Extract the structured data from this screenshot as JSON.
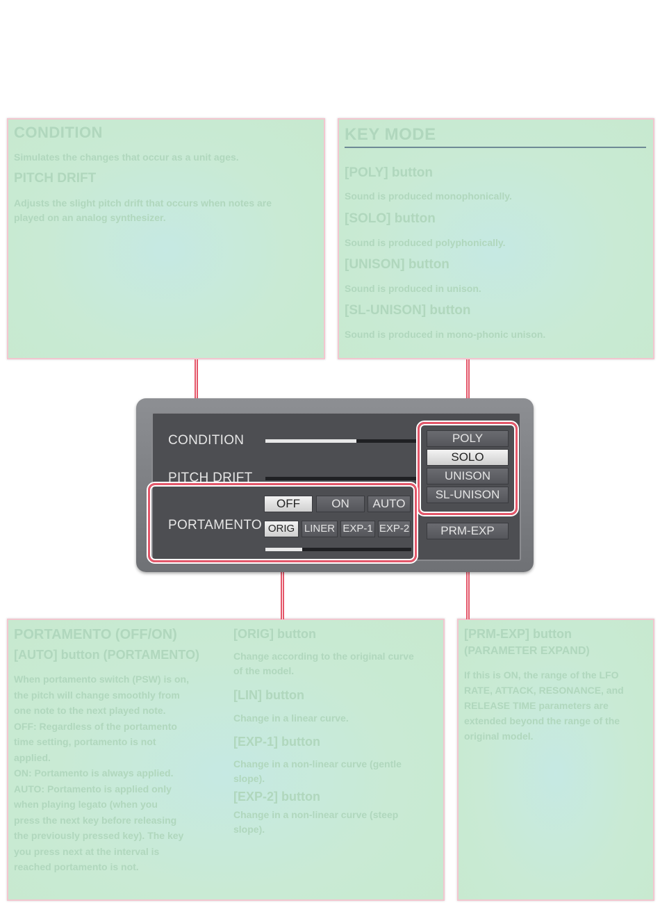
{
  "callouts": {
    "condition": {
      "title": "CONDITION",
      "text1": "Simulates the changes that occur as a unit ages.",
      "subtitle": "PITCH DRIFT",
      "text2_line1": "Adjusts the slight pitch drift that occurs when notes are",
      "text2_line2": "played on an analog synthesizer."
    },
    "key_mode": {
      "title": "KEY MODE",
      "items": [
        {
          "label": "[POLY] button",
          "desc": "Sound is produced monophonically."
        },
        {
          "label": "[SOLO] button",
          "desc": "Sound is produced polyphonically."
        },
        {
          "label": "[UNISON] button",
          "desc": "Sound is produced in unison."
        },
        {
          "label": "[SL-UNISON] button",
          "desc": "Sound is produced in mono-phonic unison."
        }
      ]
    },
    "portamento": {
      "title": "PORTAMENTO (OFF/ON)",
      "subtitle": "[AUTO] button (PORTAMENTO)",
      "left_lines": [
        "When portamento switch (PSW) is on,",
        "the pitch will change smoothly from",
        "one note to the next played note.",
        "OFF: Regardless of the portamento",
        "time setting, portamento is not",
        "applied.",
        "ON: Portamento is always applied.",
        "AUTO: Portamento is applied only",
        "when playing legato (when you",
        "press the next key before releasing",
        "the previously pressed key). The key",
        "you press next at the interval is",
        "reached portamento is not."
      ],
      "right": [
        {
          "label": "[ORIG] button",
          "desc1": "Change according to the original curve",
          "desc2": "of the model."
        },
        {
          "label": "[LIN] button",
          "desc1": "Change in a linear curve.",
          "desc2": ""
        },
        {
          "label": "[EXP-1] button",
          "desc1": "Change in a non-linear curve (gentle",
          "desc2": "slope)."
        },
        {
          "label": "[EXP-2] button",
          "desc1": "Change in a non-linear curve (steep",
          "desc2": "slope)."
        }
      ]
    },
    "prm_exp": {
      "title": "[PRM-EXP] button",
      "subtitle": "(PARAMETER EXPAND)",
      "lines": [
        "If this is ON, the range of the LFO",
        "RATE, ATTACK, RESONANCE, and",
        "RELEASE TIME parameters are",
        "extended beyond the range of the",
        "original model."
      ]
    }
  },
  "panel": {
    "condition_label": "CONDITION",
    "pitch_drift_label": "PITCH DRIFT",
    "portamento_label": "PORTAMENTO",
    "condition_level": 0.6,
    "portamento_time_level": 0.25,
    "key_mode_buttons": [
      "POLY",
      "SOLO",
      "UNISON",
      "SL-UNISON"
    ],
    "key_mode_selected": "SOLO",
    "porta_switch_buttons": [
      "OFF",
      "ON",
      "AUTO"
    ],
    "porta_switch_selected": "OFF",
    "porta_curve_buttons": [
      "ORIG",
      "LINER",
      "EXP-1",
      "EXP-2"
    ],
    "porta_curve_selected": "ORIG",
    "prm_exp_label": "PRM-EXP"
  },
  "colors": {
    "highlight": "#e4576a",
    "callout_bg": "#c9ead4",
    "panel_bg": "#4d4e52"
  }
}
